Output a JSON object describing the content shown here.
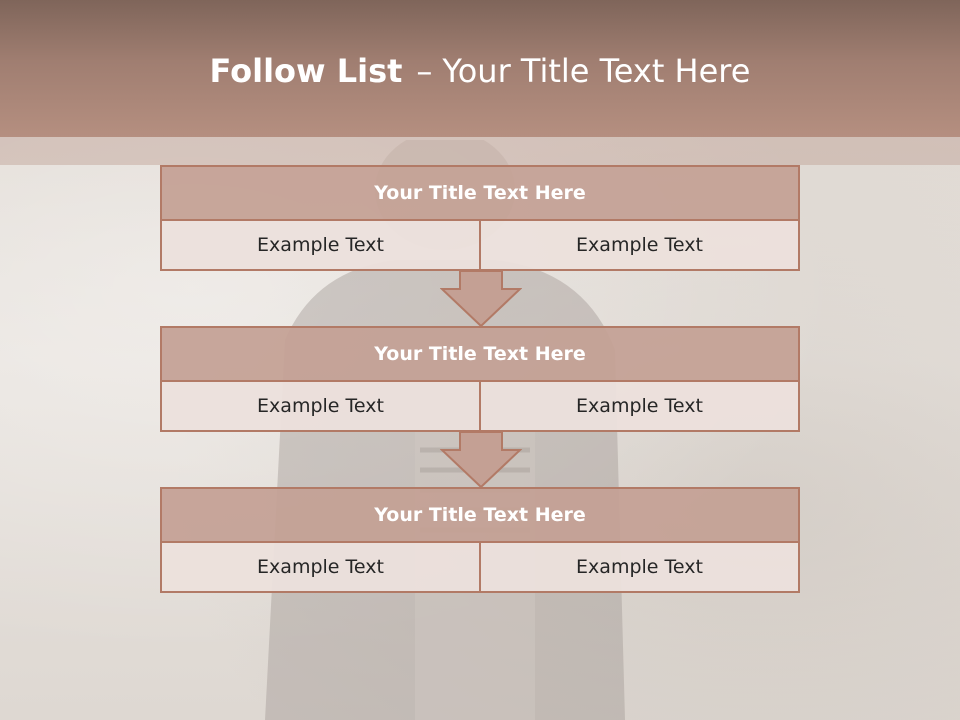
{
  "slide": {
    "title_bold": "Follow List",
    "title_dash": "–",
    "title_rest": "Your Title Text Here"
  },
  "blocks": [
    {
      "title": "Your Title Text Here",
      "left": "Example Text",
      "right": "Example Text"
    },
    {
      "title": "Your Title Text Here",
      "left": "Example Text",
      "right": "Example Text"
    },
    {
      "title": "Your Title Text Here",
      "left": "Example Text",
      "right": "Example Text"
    }
  ],
  "colors": {
    "header": "#a07e71",
    "block_border": "#b27a66",
    "block_title_fill": "#c4a094",
    "cell_fill": "#ece0dc",
    "title_text": "#ffffff"
  }
}
